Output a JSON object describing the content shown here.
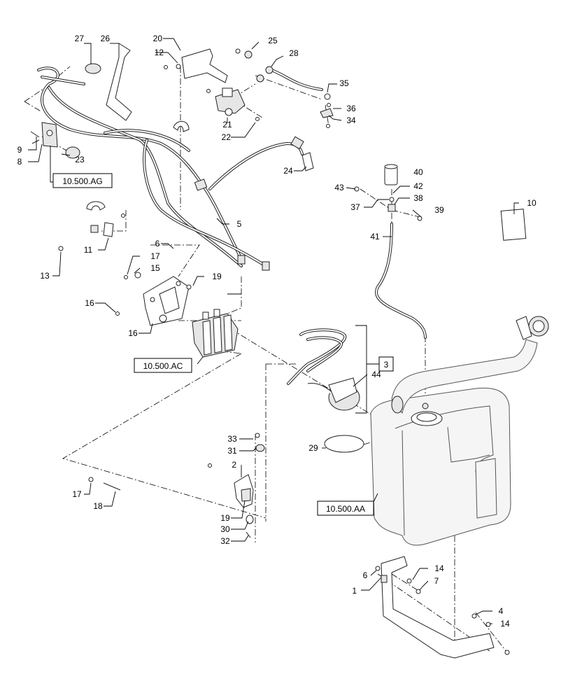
{
  "callouts": [
    {
      "id": "c1",
      "text": "1"
    },
    {
      "id": "c2",
      "text": "2"
    },
    {
      "id": "c4",
      "text": "4"
    },
    {
      "id": "c5",
      "text": "5"
    },
    {
      "id": "c6a",
      "text": "6"
    },
    {
      "id": "c6b",
      "text": "6"
    },
    {
      "id": "c7",
      "text": "7"
    },
    {
      "id": "c8",
      "text": "8"
    },
    {
      "id": "c9",
      "text": "9"
    },
    {
      "id": "c10",
      "text": "10"
    },
    {
      "id": "c11",
      "text": "11"
    },
    {
      "id": "c12",
      "text": "12"
    },
    {
      "id": "c13",
      "text": "13"
    },
    {
      "id": "c14a",
      "text": "14"
    },
    {
      "id": "c14b",
      "text": "14"
    },
    {
      "id": "c15",
      "text": "15"
    },
    {
      "id": "c16a",
      "text": "16"
    },
    {
      "id": "c16b",
      "text": "16"
    },
    {
      "id": "c17a",
      "text": "17"
    },
    {
      "id": "c17b",
      "text": "17"
    },
    {
      "id": "c18",
      "text": "18"
    },
    {
      "id": "c19a",
      "text": "19"
    },
    {
      "id": "c19b",
      "text": "19"
    },
    {
      "id": "c20",
      "text": "20"
    },
    {
      "id": "c21",
      "text": "21"
    },
    {
      "id": "c22",
      "text": "22"
    },
    {
      "id": "c23",
      "text": "23"
    },
    {
      "id": "c24",
      "text": "24"
    },
    {
      "id": "c25",
      "text": "25"
    },
    {
      "id": "c26",
      "text": "26"
    },
    {
      "id": "c27",
      "text": "27"
    },
    {
      "id": "c28",
      "text": "28"
    },
    {
      "id": "c29",
      "text": "29"
    },
    {
      "id": "c30",
      "text": "30"
    },
    {
      "id": "c31",
      "text": "31"
    },
    {
      "id": "c32",
      "text": "32"
    },
    {
      "id": "c33",
      "text": "33"
    },
    {
      "id": "c34",
      "text": "34"
    },
    {
      "id": "c35",
      "text": "35"
    },
    {
      "id": "c36",
      "text": "36"
    },
    {
      "id": "c37",
      "text": "37"
    },
    {
      "id": "c38",
      "text": "38"
    },
    {
      "id": "c39",
      "text": "39"
    },
    {
      "id": "c40",
      "text": "40"
    },
    {
      "id": "c41",
      "text": "41"
    },
    {
      "id": "c42",
      "text": "42"
    },
    {
      "id": "c43",
      "text": "43"
    },
    {
      "id": "c44",
      "text": "44"
    }
  ],
  "references": {
    "ag": "10.500.AG",
    "ac": "10.500.AC",
    "aa": "10.500.AA"
  },
  "assembly_box": "3"
}
